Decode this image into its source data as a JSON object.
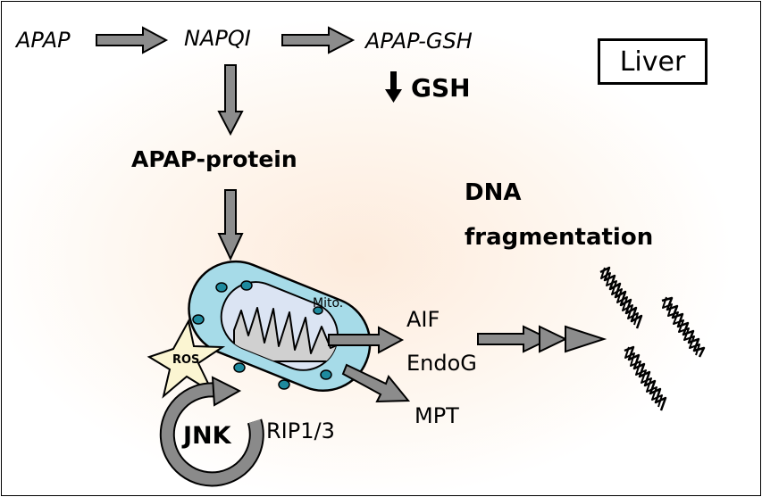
{
  "pathway": {
    "apap": "APAP",
    "napqi": "NAPQI",
    "apap_gsh": "APAP-GSH",
    "gsh": "GSH",
    "apap_protein": "APAP-protein"
  },
  "organ": {
    "label": "Liver"
  },
  "mitochondria": {
    "label": "Mito."
  },
  "signaling": {
    "ros": "ROS",
    "jnk": "JNK",
    "rip": "RIP1/3"
  },
  "outputs": {
    "aif": "AIF",
    "endog": "EndoG",
    "mpt": "MPT"
  },
  "dna": {
    "title_line1": "DNA",
    "title_line2": "fragmentation"
  },
  "colors": {
    "arrow_fill": "#8c8c8c",
    "mito_outer": "#a6dbe8",
    "mito_inner": "#dbe4f3",
    "mito_matrix": "#d0d0d0",
    "granule": "#1e8a9e",
    "ros_star": "#fbf5d2",
    "jnk_cycle": "#8a8a8a"
  }
}
